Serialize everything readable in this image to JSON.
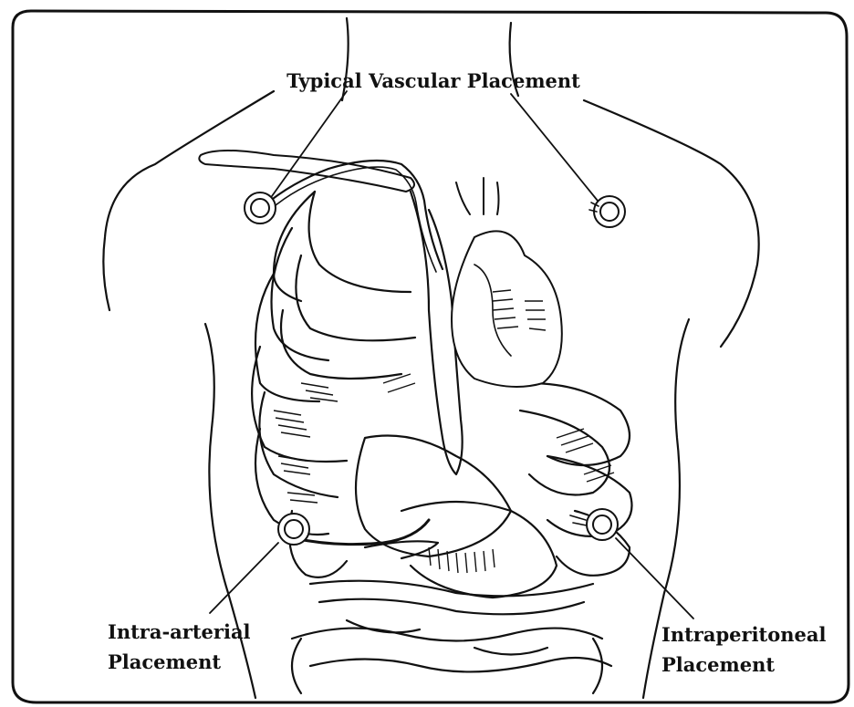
{
  "diagram": {
    "subject": "human torso anatomy",
    "labels": {
      "top": "Typical Vascular Placement",
      "bottom_left_line1": "Intra-arterial",
      "bottom_left_line2": "Placement",
      "bottom_right_line1": "Intraperitoneal",
      "bottom_right_line2": "Placement"
    },
    "colors": {
      "ink": "#111111",
      "paper": "#ffffff"
    }
  }
}
